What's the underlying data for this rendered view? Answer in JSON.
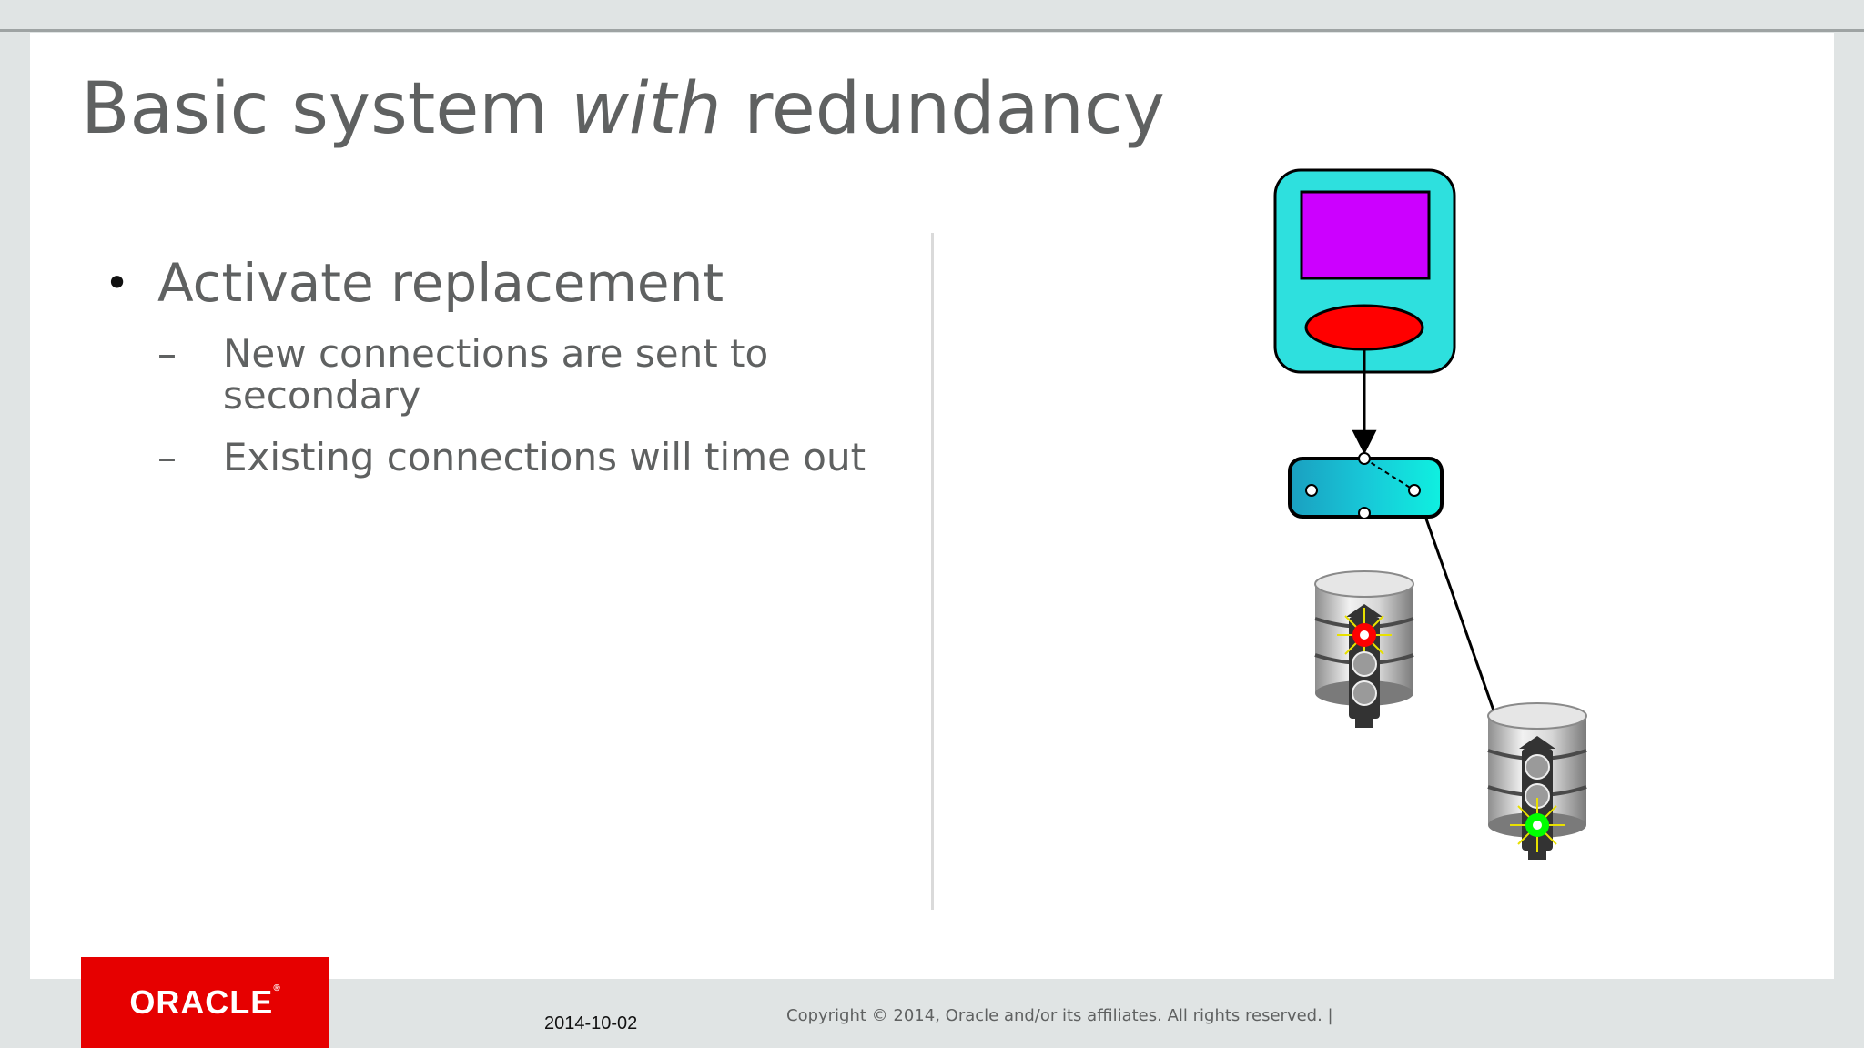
{
  "slide": {
    "title_prefix": "Basic system ",
    "title_emphasis": "with",
    "title_suffix": " redundancy"
  },
  "content": {
    "bullet_symbol": "•",
    "sub_symbol": "–",
    "bullet": "Activate replacement",
    "sub_bullets": [
      "New connections are sent to secondary",
      "Existing connections will time out"
    ]
  },
  "diagram": {
    "client_icon": "client-computer-icon",
    "router_icon": "load-balancer-router-icon",
    "primary_db_icon": "primary-database-icon",
    "secondary_db_icon": "secondary-database-icon",
    "primary_status": "red",
    "secondary_status": "green",
    "colors": {
      "client_body": "#2ee0de",
      "client_screen": "#cc00ff",
      "client_button": "#ff0000",
      "router": "#18c8d8",
      "status_red": "#ff0000",
      "status_green": "#00ff00"
    }
  },
  "footer": {
    "logo": "ORACLE",
    "logo_mark": "®",
    "date": "2014-10-02",
    "copyright": "Copyright © 2014, Oracle and/or its affiliates. All rights reserved.  |"
  }
}
